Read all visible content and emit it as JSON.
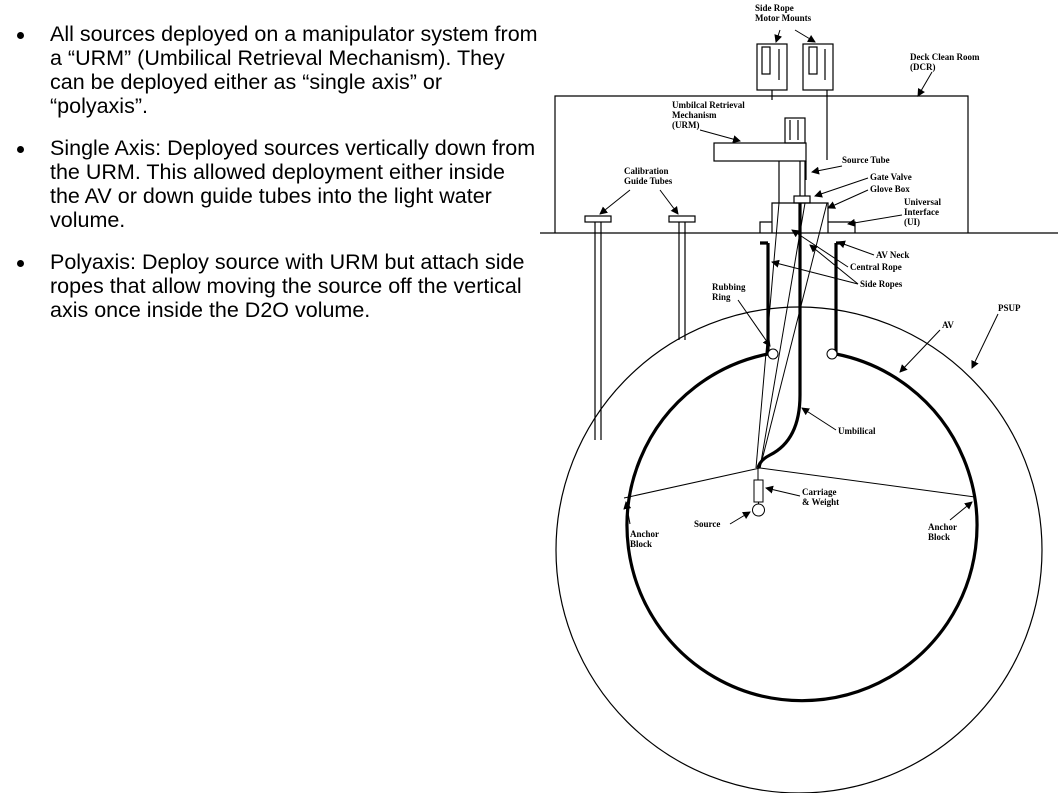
{
  "bullets": [
    "All sources deployed on a manipulator system from a “URM” (Umbilical Retrieval Mechanism).  They can be deployed either as “single axis” or “polyaxis”.",
    "Single Axis: Deployed sources vertically down from the URM.  This allowed deployment either inside the AV or down guide tubes into the light water volume.",
    "Polyaxis: Deploy source with URM but attach side ropes that allow moving the source off the vertical axis once inside the D2O volume."
  ],
  "labels": {
    "side_rope_motor_mounts": [
      "Side Rope",
      "Motor Mounts"
    ],
    "deck_clean_room": [
      "Deck Clean Room",
      "(DCR)"
    ],
    "urm": [
      "Umbilcal Retrieval",
      "Mechanism",
      "(URM)"
    ],
    "calibration_guide_tubes": [
      "Calibration",
      "Guide Tubes"
    ],
    "source_tube": "Source Tube",
    "gate_valve": "Gate Valve",
    "glove_box": "Glove Box",
    "universal_interface": [
      "Universal",
      "Interface",
      "(UI)"
    ],
    "av_neck": "AV Neck",
    "central_rope": "Central Rope",
    "side_ropes": "Side Ropes",
    "rubbing_ring": [
      "Rubbing",
      "Ring"
    ],
    "psup": "PSUP",
    "av": "AV",
    "umbilical": "Umbilical",
    "carriage_weight": [
      "Carriage",
      "& Weight"
    ],
    "source": "Source",
    "anchor_block_left": [
      "Anchor",
      "Block"
    ],
    "anchor_block_right": [
      "Anchor",
      "Block"
    ]
  }
}
